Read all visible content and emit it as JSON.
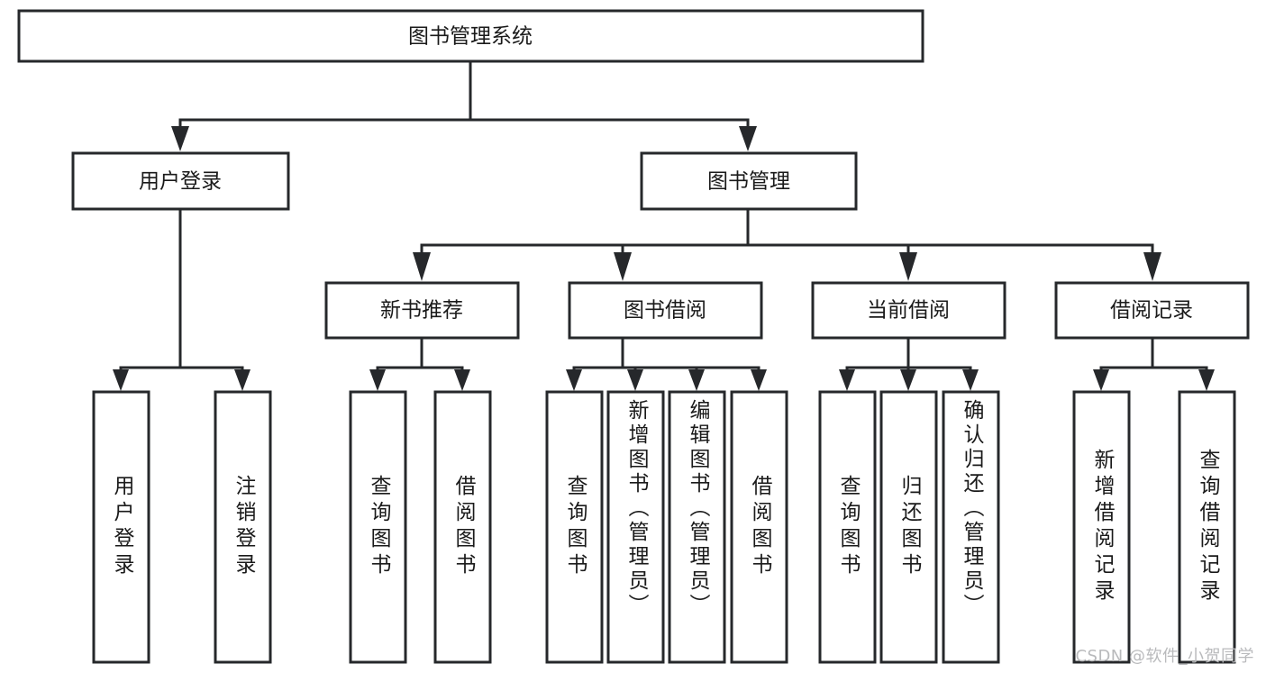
{
  "diagram": {
    "title": "图书管理系统",
    "type": "tree-hierarchy-chart",
    "orientation": "top-down",
    "colors": {
      "box_stroke": "#26282b",
      "box_fill": "#ffffff",
      "text": "#1a1a1a",
      "background": "#ffffff",
      "watermark": "#b9babc"
    }
  },
  "watermark": {
    "text": "CSDN @软件_小贺同学"
  },
  "nodes": {
    "root": {
      "label": "图书管理系统"
    },
    "level2": [
      {
        "label": "用户登录"
      },
      {
        "label": "图书管理"
      }
    ],
    "level3": [
      {
        "label": "新书推荐"
      },
      {
        "label": "图书借阅"
      },
      {
        "label": "当前借阅"
      },
      {
        "label": "借阅记录"
      }
    ],
    "leaves": {
      "user_login": [
        {
          "label": "用户登录"
        },
        {
          "label": "注销登录"
        }
      ],
      "new_book_recommend": [
        {
          "label": "查询图书"
        },
        {
          "label": "借阅图书"
        }
      ],
      "book_borrow": [
        {
          "label": "查询图书"
        },
        {
          "label": "新增图书（管理员）"
        },
        {
          "label": "编辑图书（管理员）"
        },
        {
          "label": "借阅图书"
        }
      ],
      "current_borrow": [
        {
          "label": "查询图书"
        },
        {
          "label": "归还图书"
        },
        {
          "label": "确认归还（管理员）"
        }
      ],
      "borrow_record": [
        {
          "label": "新增借阅记录"
        },
        {
          "label": "查询借阅记录"
        }
      ]
    }
  }
}
